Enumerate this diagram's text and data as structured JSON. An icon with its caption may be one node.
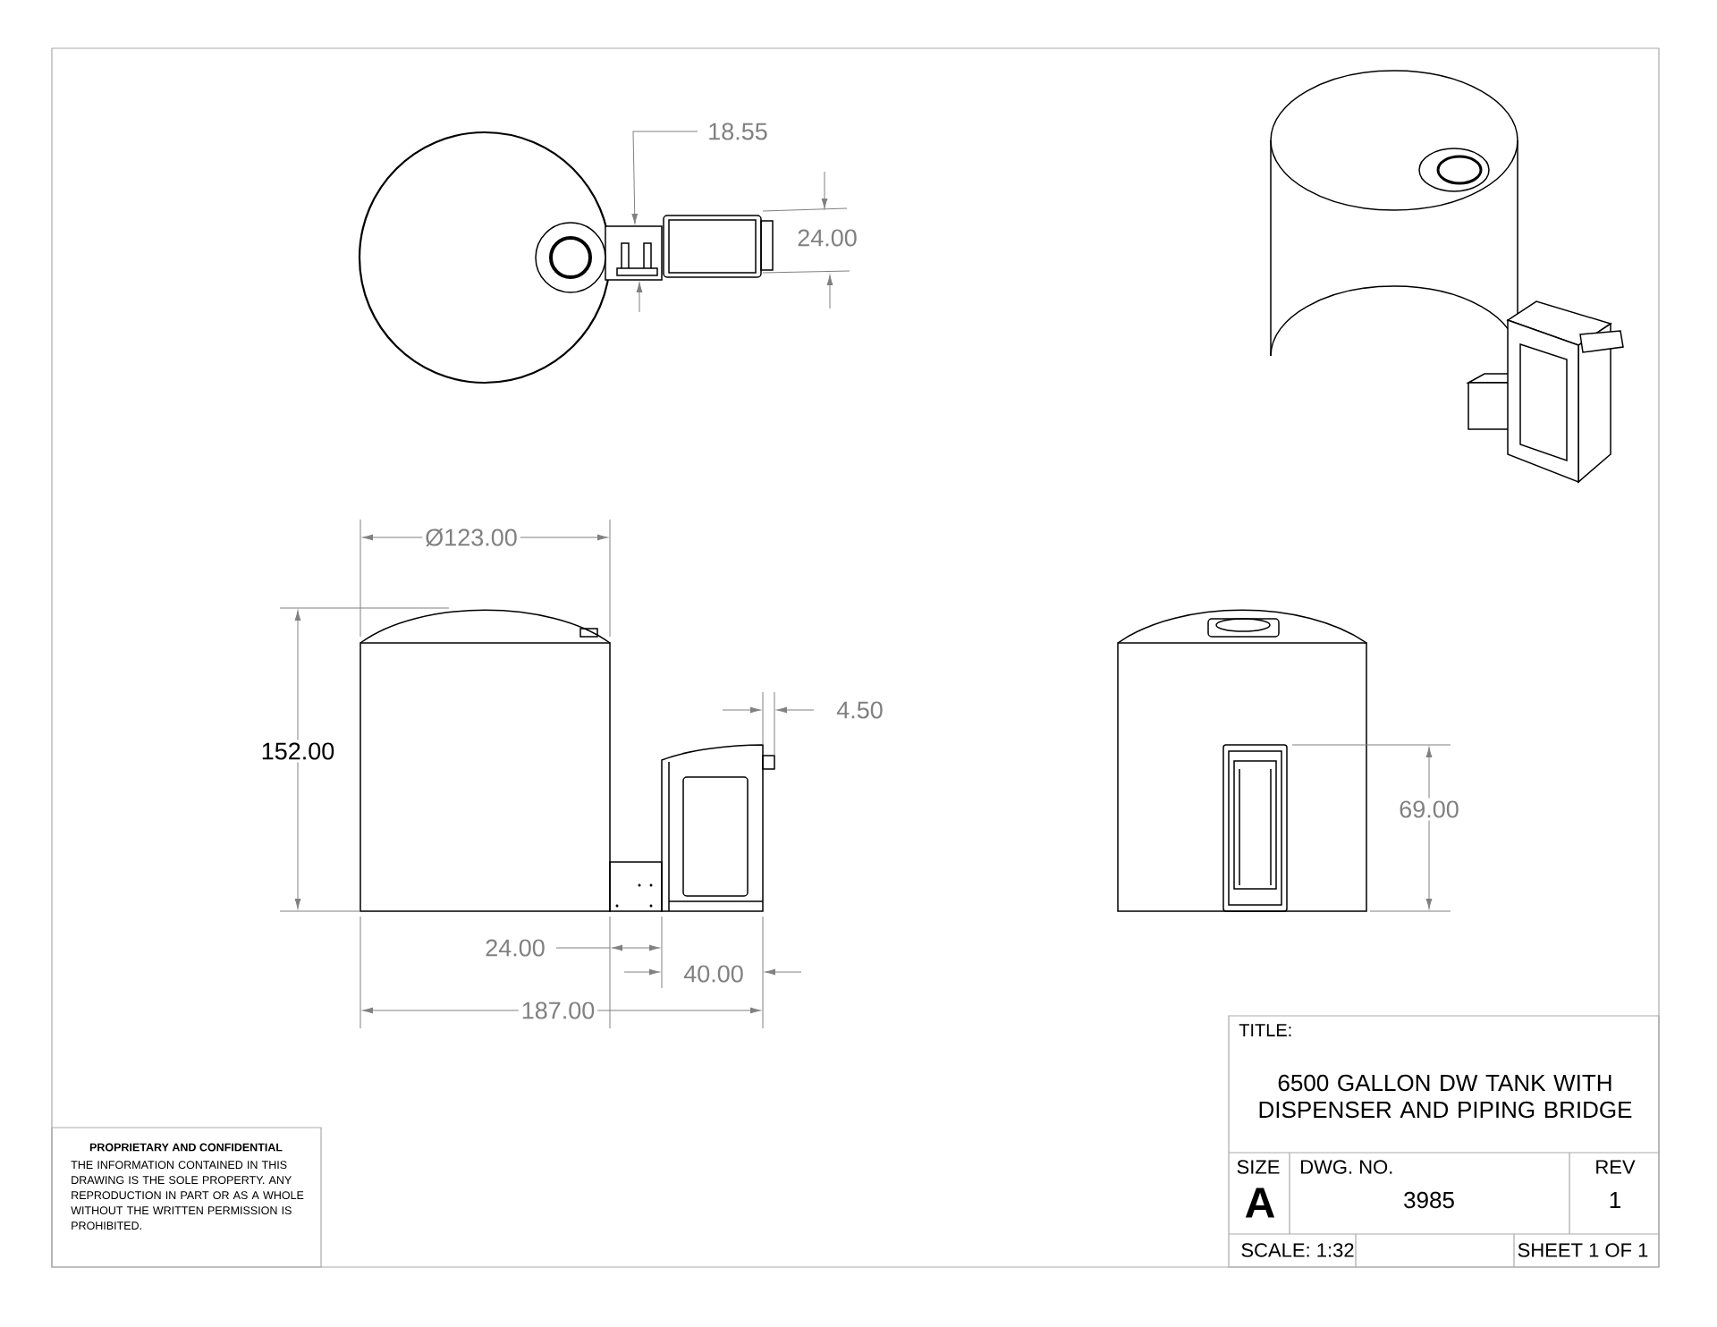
{
  "diagram": {
    "labels": [
      "18.55",
      "24.00",
      "Ø123.00",
      "152.00",
      "4.50",
      "69.00",
      "24.00",
      "40.00",
      "187.00",
      "TITLE:",
      "6500 GALLON DW TANK WITH DISPENSER AND PIPING BRIDGE",
      "SIZE",
      "A",
      "DWG. NO.",
      "3985",
      "REV",
      "1",
      "SCALE: 1:32",
      "SHEET 1 OF 1",
      "PROPRIETARY AND CONFIDENTIAL",
      "THE INFORMATION CONTAINED IN THIS DRAWING IS THE SOLE PROPERTY. ANY REPRODUCTION IN PART OR AS A WHOLE WITHOUT THE WRITTEN PERMISSION IS PROHIBITED."
    ]
  }
}
